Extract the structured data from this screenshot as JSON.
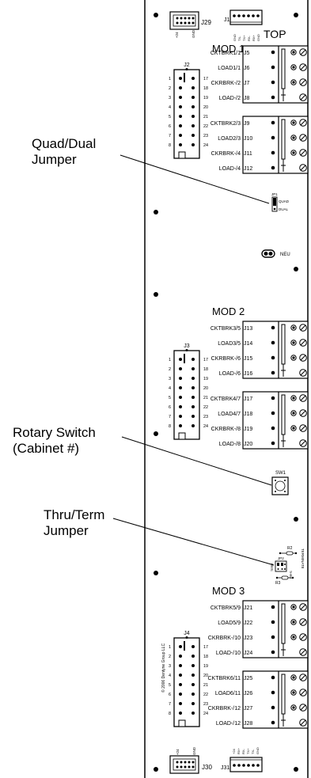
{
  "callouts": {
    "quad_dual": {
      "line1": "Quad/Dual",
      "line2": "Jumper"
    },
    "rotary": {
      "line1": "Rotary Switch",
      "line2": "(Cabinet #)"
    },
    "thru_term": {
      "line1": "Thru/Term",
      "line2": "Jumper"
    }
  },
  "board": {
    "top_label": "TOP",
    "connectors": {
      "j29": "J29",
      "j1": "J1",
      "j2": "J2",
      "j3": "J3",
      "j4": "J4",
      "j30": "J30",
      "j31": "J31",
      "jp1": "JP1",
      "jp2": "JP2",
      "sw1": "SW1",
      "r2": "R2",
      "r3": "R3"
    },
    "j1_pins": [
      "GND",
      "TX-",
      "TX+",
      "RX-",
      "RX+",
      "GND"
    ],
    "j31_pins": [
      "+24",
      "RX+",
      "RX-",
      "TX+",
      "TX-",
      "GND"
    ],
    "j29_pins": [
      "+24",
      "GND"
    ],
    "j30_pins": [
      "+24",
      "GND"
    ],
    "jp1_labels": {
      "quad": "QUAD",
      "dual": "DUAL"
    },
    "jp2_labels": {
      "left": "TERM",
      "right": "THRU",
      "side": "TERMINATE"
    },
    "neu_label": "NEU",
    "copyright": "© 2006 Dentyne Group LLC",
    "header_left_pins": [
      "1",
      "2",
      "3",
      "4",
      "5",
      "6",
      "7",
      "8"
    ],
    "header_right_pins": [
      "17",
      "18",
      "19",
      "20",
      "21",
      "22",
      "23",
      "24"
    ],
    "modules": [
      {
        "title": "MOD 1",
        "groups": [
          {
            "rows": [
              {
                "label": "CKTBRK1/1",
                "jack": "J5"
              },
              {
                "label": "LOAD1/1",
                "jack": "J6"
              },
              {
                "label": "CKRBRK-/2",
                "jack": "J7"
              },
              {
                "label": "LOAD-/2",
                "jack": "J8"
              }
            ]
          },
          {
            "rows": [
              {
                "label": "CKTBRK2/3",
                "jack": "J9"
              },
              {
                "label": "LOAD2/3",
                "jack": "J10"
              },
              {
                "label": "CKRBRK-/4",
                "jack": "J11"
              },
              {
                "label": "LOAD-/4",
                "jack": "J12"
              }
            ]
          }
        ]
      },
      {
        "title": "MOD 2",
        "groups": [
          {
            "rows": [
              {
                "label": "CKTBRK3/5",
                "jack": "J13"
              },
              {
                "label": "LOAD3/5",
                "jack": "J14"
              },
              {
                "label": "CKRBRK-/6",
                "jack": "J15"
              },
              {
                "label": "LOAD-/6",
                "jack": "J16"
              }
            ]
          },
          {
            "rows": [
              {
                "label": "CKTBRK4/7",
                "jack": "J17"
              },
              {
                "label": "LOAD4/7",
                "jack": "J18"
              },
              {
                "label": "CKRBRK-/8",
                "jack": "J19"
              },
              {
                "label": "LOAD-/8",
                "jack": "J20"
              }
            ]
          }
        ]
      },
      {
        "title": "MOD 3",
        "groups": [
          {
            "rows": [
              {
                "label": "CKTBRK5/9",
                "jack": "J21"
              },
              {
                "label": "LOAD5/9",
                "jack": "J22"
              },
              {
                "label": "CKRBRK-/10",
                "jack": "J23"
              },
              {
                "label": "LOAD-/10",
                "jack": "J24"
              }
            ]
          },
          {
            "rows": [
              {
                "label": "CKTBRK6/11",
                "jack": "J25"
              },
              {
                "label": "LOAD6/11",
                "jack": "J26"
              },
              {
                "label": "CKRBRK-/12",
                "jack": "J27"
              },
              {
                "label": "LOAD-/12",
                "jack": "J28"
              }
            ]
          }
        ]
      }
    ]
  }
}
